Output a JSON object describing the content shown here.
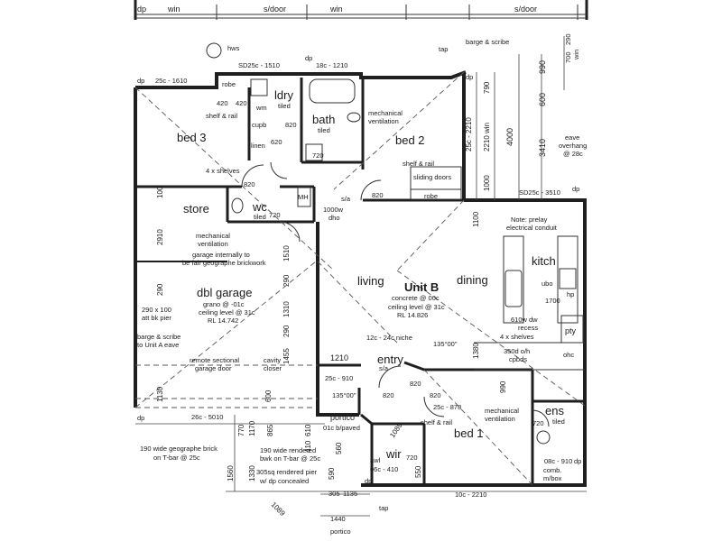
{
  "top_strip": [
    "win",
    "s/door",
    "win",
    "s/door"
  ],
  "rooms": {
    "bed3": "bed 3",
    "ldry": "ldry",
    "ldry_sub": "tiled",
    "bath": "bath",
    "bath_sub": "tiled",
    "bed2": "bed 2",
    "store": "store",
    "wc": "wc",
    "wc_sub": "tiled",
    "garage": "dbl garage",
    "living": "living",
    "unit": "Unit B",
    "dining": "dining",
    "kitch": "kitch",
    "pty": "pty",
    "entry": "entry",
    "portico": "portico",
    "wir": "wir",
    "bed1": "bed 1",
    "ens": "ens",
    "ens_sub": "tiled"
  },
  "notes": {
    "hws": "hws",
    "tap_top": "tap",
    "barge_top": "barge & scribe",
    "robe1": "robe",
    "wm": "wm",
    "cupb": "cupb",
    "linen": "linen",
    "shelf_rail_b3": "shelf & rail",
    "shelves_b3": "4 x shelves",
    "mech_vent_bath": "mechanical",
    "mech_vent_bath2": "ventilation",
    "shelf_rail_b2": "shelf & rail",
    "sliding": "sliding doors",
    "robe2": "robe",
    "mh": "MH",
    "sa1": "s/a",
    "door_1000": "1000w",
    "dho": "dho",
    "mech_vent_store": "mechanical",
    "mech_vent_store2": "ventilation",
    "garage_int": "garage internally to",
    "garage_int2": "be fair geographe brickwork",
    "pier_290": "290 x 100",
    "pier_att": "att bk pier",
    "garage_floor1": "grano @ -01c",
    "garage_floor2": "ceiling level @ 31c",
    "garage_floor3": "RL 14.742",
    "unit_floor1": "concrete @ 00c",
    "unit_floor2": "ceiling level @ 31c",
    "unit_floor3": "RL 14.826",
    "prelay": "Note: prelay",
    "prelay2": "electrical conduit",
    "ubo": "ubo",
    "hp": "hp",
    "dw": "610w dw",
    "recess": "recess",
    "shelves_k": "4 x shelves",
    "cpbds": "350d o/h",
    "cpbds2": "cpbds",
    "ohc": "ohc",
    "niche": "12c - 24c niche",
    "barge_a": "barge & scribe",
    "barge_a2": "to Unit A eave",
    "remote": "remote sectional",
    "remote2": "garage door",
    "cavity": "cavity",
    "closer": "closer",
    "sa2": "s/a",
    "entry_01c": "01c b/paved",
    "shelf_rail_b1": "shelf & rail",
    "mech_vent_b1": "mechanical",
    "mech_vent_b1b": "ventilation",
    "awl": "awl",
    "brick190": "190 wide geographe brick",
    "brick190b": "on T-bar @ 25c",
    "bwk190": "190 wide rendered",
    "bwk190b": "bwk on T-bar @ 25c",
    "pier305": "305sq rendered pier",
    "pier305b": "w/ dp concealed",
    "eave": "eave",
    "eave2": "overhang",
    "eave3": "@ 28c",
    "comb": "comb.",
    "mbox": "m/box",
    "tap_bottom": "tap",
    "portico_bottom": "portico"
  },
  "dims": {
    "sd25c_1510": "SD25c - 1510",
    "c18_1210": "18c - 1210",
    "c25_1610": "25c - 1610",
    "sd25c_3510": "SD25c - 3510",
    "c25_910_a": "25c - 910",
    "c25_878": "25c - 878",
    "c26_5010": "26c - 5010",
    "c06_410": "06c - 410",
    "c08_910": "08c - 910",
    "c10_2210": "10c - 2210",
    "d420a": "420",
    "d420b": "420",
    "d820a": "820",
    "d620": "620",
    "d720a": "720",
    "d820b": "820",
    "d820c": "820",
    "d720b": "720",
    "d820d": "820",
    "d820e": "820",
    "d820f": "820",
    "d720c": "720",
    "d720d": "720",
    "d1210": "1210",
    "d135a": "135°00\"",
    "d135b": "135°00\"",
    "d1380": "1380",
    "d1700": "1700",
    "d990": "990",
    "d1089a": "1089",
    "d1089b": "1089",
    "d550": "550",
    "d305": "305",
    "d1135": "1135",
    "d1440": "1440",
    "d2910": "2910",
    "d100": "100",
    "d290": "290",
    "d1510": "1510",
    "d290b": "290",
    "d1310": "1310",
    "d290c": "290",
    "d1455": "1455",
    "d1130": "1130",
    "d600a": "600",
    "d770": "770",
    "d1170": "1170",
    "d1560": "1560",
    "d1330": "1330",
    "d865": "865",
    "d610": "610",
    "d410": "410",
    "d560": "560",
    "d590": "590",
    "d790": "790",
    "d2210": "25c - 2210",
    "d2210w": "2210 win",
    "d1000": "1000",
    "d4000": "4000",
    "d3410": "3410",
    "d990b": "990",
    "d600b": "600",
    "d700": "700",
    "d290w": "290",
    "dwin": "win",
    "d1100": "1100",
    "dp": "dp"
  }
}
